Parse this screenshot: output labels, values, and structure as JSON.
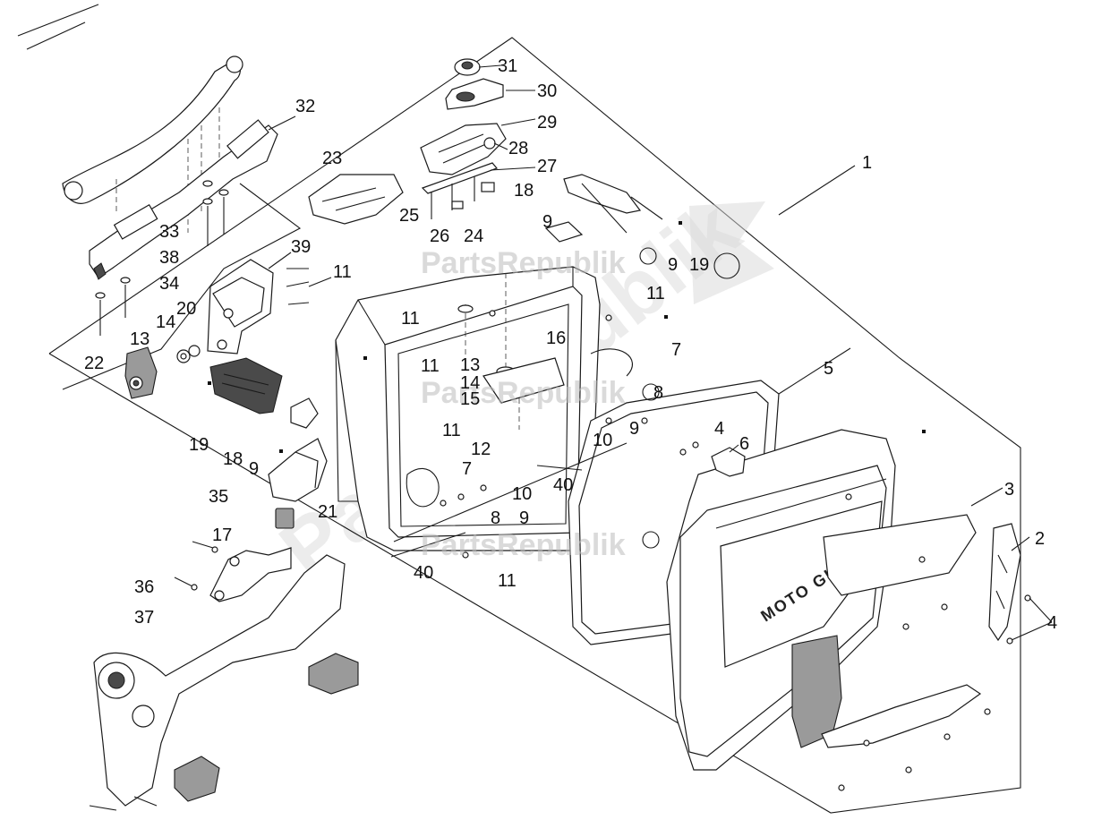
{
  "watermark": {
    "text": "PartsRepublik",
    "big_text": "PartsRepublik"
  },
  "brand_text": "MOTO GUZZI",
  "callouts": [
    "1",
    "2",
    "3",
    "4",
    "4",
    "5",
    "6",
    "7",
    "7",
    "8",
    "8",
    "9",
    "9",
    "9",
    "9",
    "9",
    "10",
    "10",
    "11",
    "11",
    "11",
    "11",
    "11",
    "11",
    "12",
    "13",
    "13",
    "14",
    "14",
    "15",
    "16",
    "17",
    "18",
    "18",
    "19",
    "19",
    "20",
    "21",
    "22",
    "23",
    "24",
    "25",
    "26",
    "27",
    "28",
    "29",
    "30",
    "31",
    "32",
    "33",
    "34",
    "35",
    "36",
    "37",
    "38",
    "39",
    "40",
    "40"
  ]
}
